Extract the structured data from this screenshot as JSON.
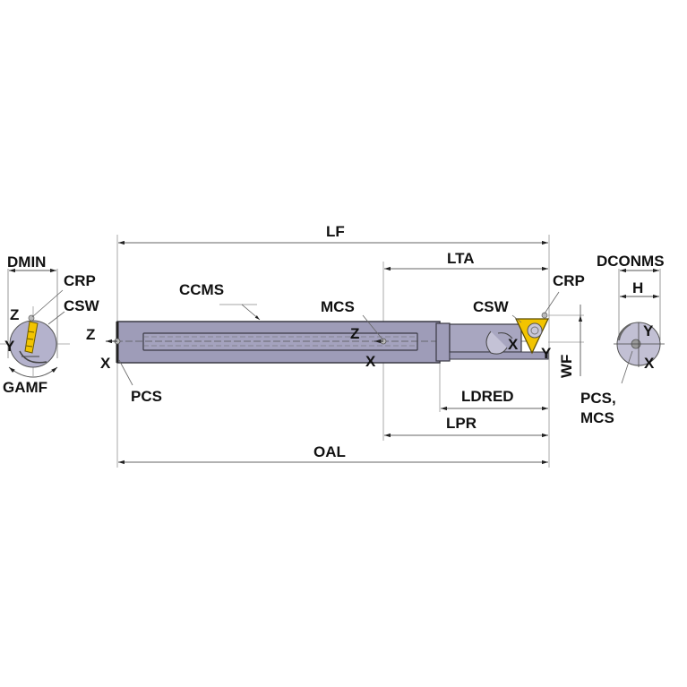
{
  "colors": {
    "body_fill": "#9e9cb8",
    "body_stroke": "#3a3a44",
    "insert_yellow": "#f2c400",
    "dim_line": "#8a8a8a",
    "text": "#111111",
    "background": "#ffffff"
  },
  "left_view": {
    "dimension": "DMIN",
    "labels": {
      "crp": "CRP",
      "csw": "CSW",
      "z": "Z",
      "y": "Y",
      "angle": "GAMF"
    }
  },
  "side_view": {
    "dimensions": {
      "lf": "LF",
      "lta": "LTA",
      "ldred": "LDRED",
      "lpr": "LPR",
      "oal": "OAL",
      "wf": "WF"
    },
    "labels": {
      "ccms": "CCMS",
      "mcs": "MCS",
      "pcs": "PCS",
      "crp": "CRP",
      "csw": "CSW",
      "z_pcs": "Z",
      "x_pcs": "X",
      "z_mcs": "Z",
      "x_mcs": "X",
      "x_tip": "X",
      "y_tip": "Y"
    }
  },
  "right_view": {
    "dimensions": {
      "dconms": "DCONMS",
      "h": "H"
    },
    "labels": {
      "y": "Y",
      "x": "X",
      "pcs": "PCS,",
      "mcs": "MCS"
    }
  }
}
